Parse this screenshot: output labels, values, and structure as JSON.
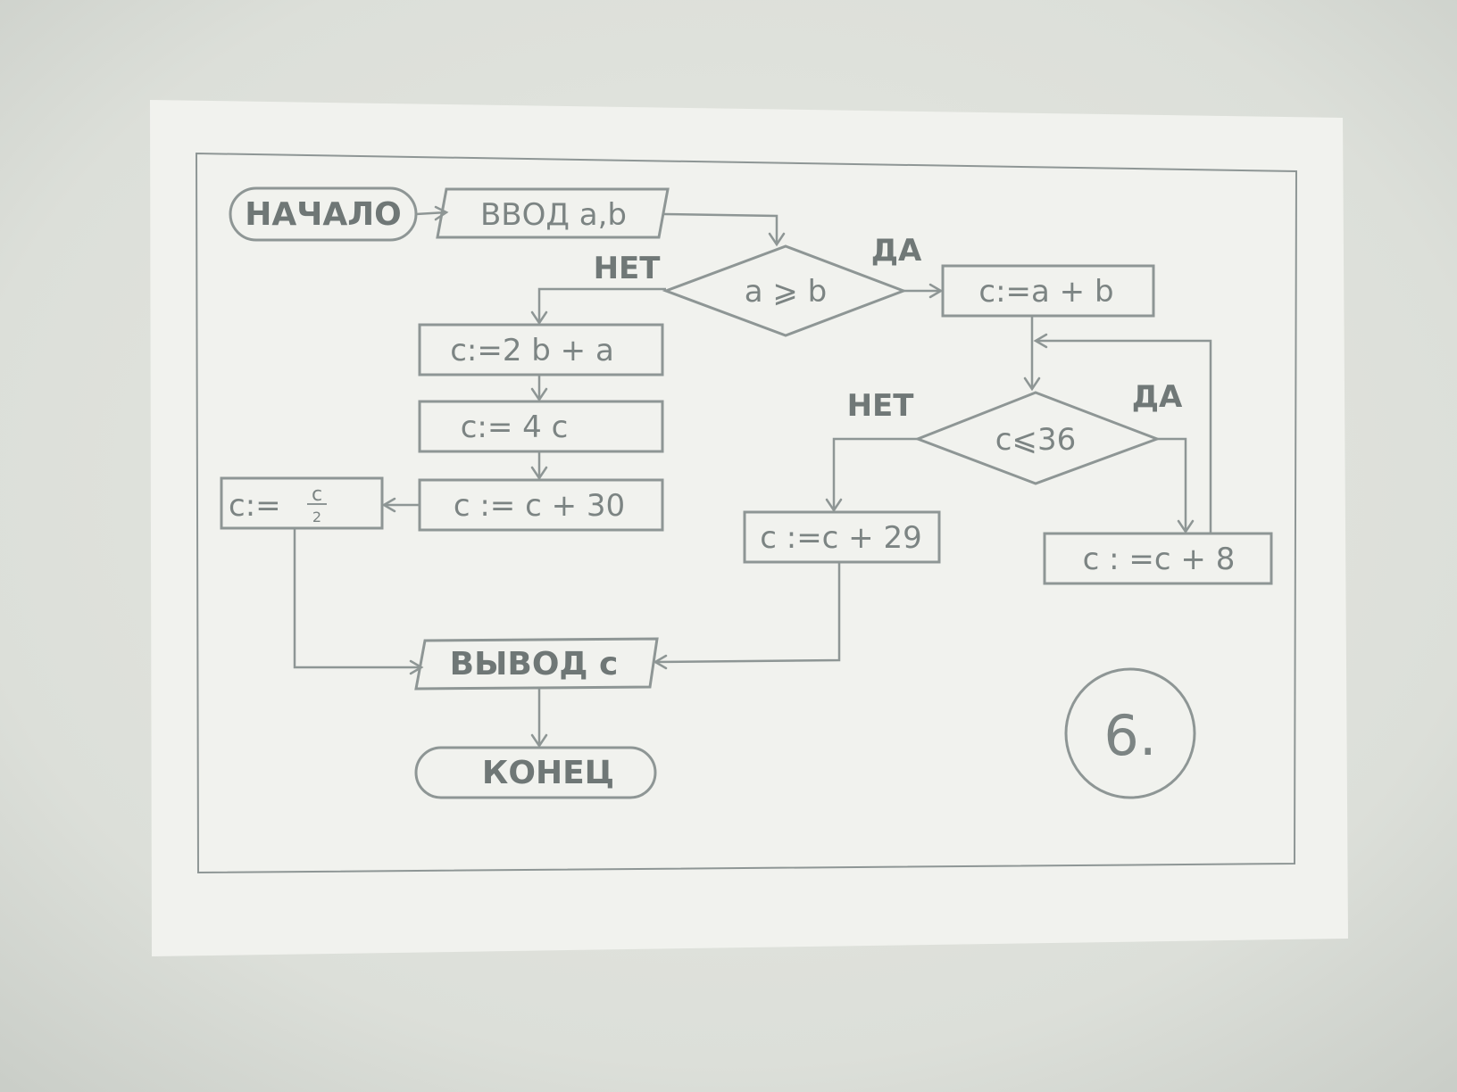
{
  "nodes": {
    "start": "НАЧАЛО",
    "input": "ВВОД a,b",
    "cond1": "a ⩾ b",
    "cond1_yes": "ДА",
    "cond1_no": "НЕТ",
    "sum": "c:=a + b",
    "no1": "c:=2 b + a",
    "no2": "c:= 4 c",
    "no3": "c := c + 30",
    "half_prefix": "c:=",
    "half_num": "c",
    "half_den": "2",
    "cond2": "c⩽36",
    "cond2_yes": "ДА",
    "cond2_no": "НЕТ",
    "add29": "c :=c + 29",
    "add8": "c : =c + 8",
    "output": "ВЫВОД c",
    "end": "КОНЕЦ",
    "card_number": "6."
  }
}
